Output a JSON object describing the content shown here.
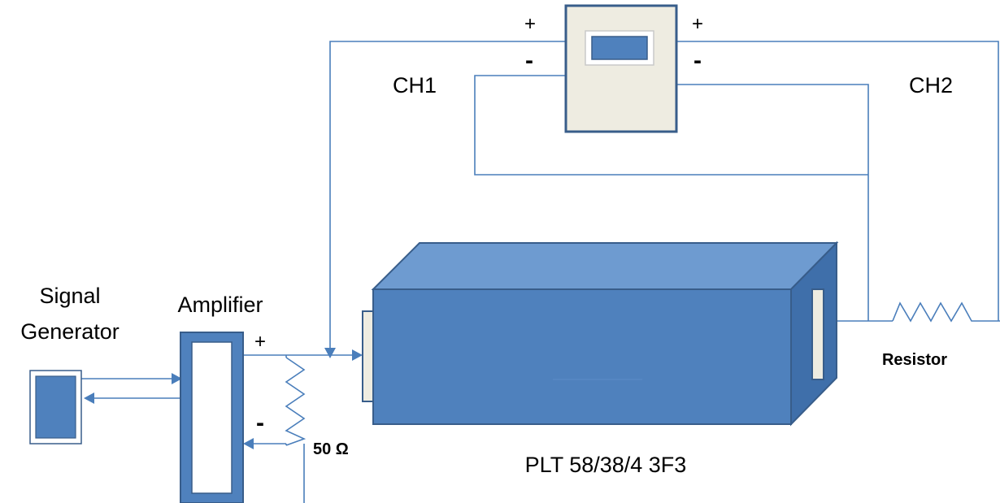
{
  "labels": {
    "signal_generator_line1": "Signal",
    "signal_generator_line2": "Generator",
    "amplifier": "Amplifier",
    "ch1": "CH1",
    "ch2": "CH2",
    "resistor": "Resistor",
    "load_resistor": "50 Ω",
    "transducer": "PLT 58/38/4 3F3"
  },
  "signs": {
    "scope_ch1_plus": "+",
    "scope_ch1_minus": "-",
    "scope_ch2_plus": "+",
    "scope_ch2_minus": "-",
    "amp_plus": "+",
    "amp_minus": "-"
  },
  "colors": {
    "wire": "#4a7ebb",
    "device_blue": "#4f81bd",
    "device_top": "#6e9bd0",
    "device_side": "#3f6faa",
    "device_border": "#385d8a",
    "scope_body": "#eeece1",
    "electrode": "#eeece1"
  }
}
